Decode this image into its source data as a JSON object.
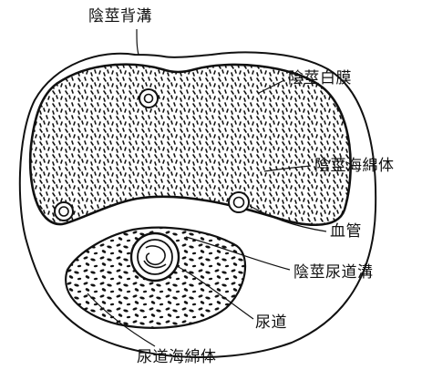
{
  "labels": {
    "dorsal_groove": "陰莖背溝",
    "tunica_albuginea": "陰莖白膜",
    "corpora_cavernosa": "陰莖海綿体",
    "blood_vessel": "血管",
    "urethral_groove": "陰莖尿道溝",
    "urethra": "尿道",
    "corpus_spongiosum": "尿道海綿体"
  },
  "colors": {
    "ink": "#111111",
    "paper": "#ffffff"
  }
}
